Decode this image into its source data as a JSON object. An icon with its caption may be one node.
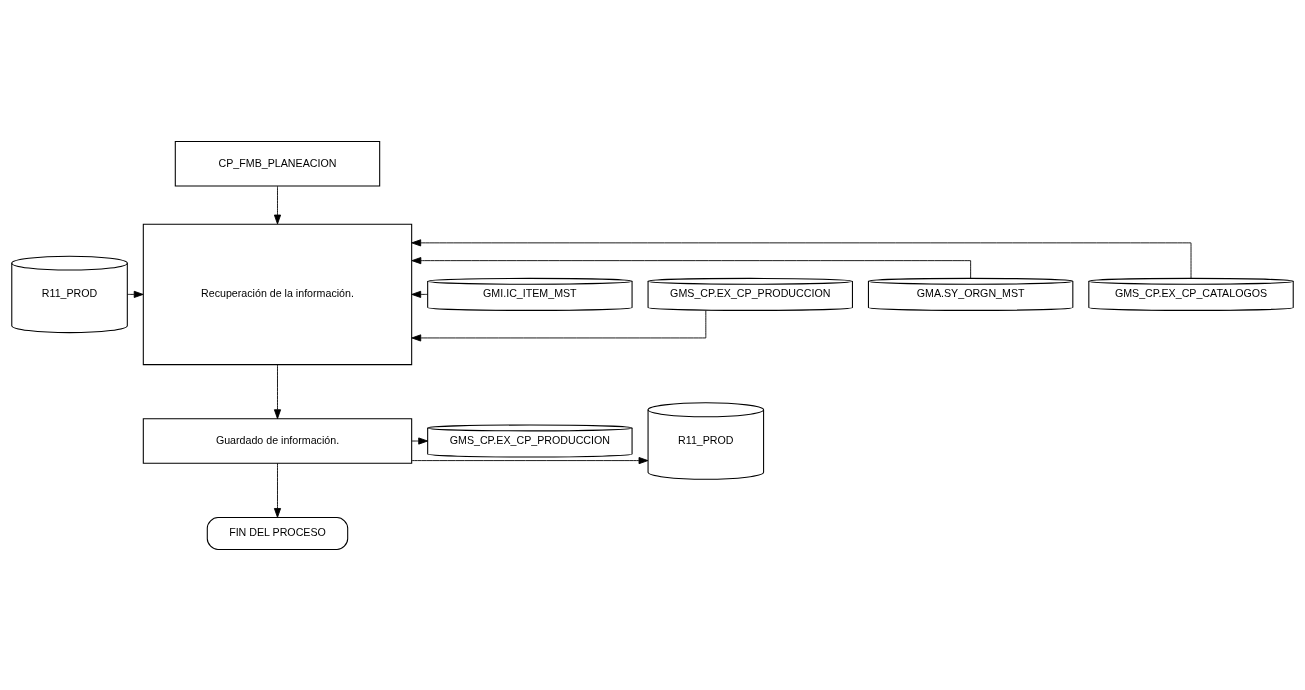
{
  "diagram": {
    "nodes": [
      {
        "text": [
          "CP_FMB_PLANEACION"
        ]
      },
      {
        "text": [
          "Recuperación de la información."
        ]
      },
      {
        "text": [
          "R11_PROD"
        ]
      },
      {
        "text": [
          "GMS_CP.EX_CP_CATALOGOS"
        ]
      },
      {
        "text": [
          "GMA.SY_ORGN_MST"
        ]
      },
      {
        "text": [
          "GMS_CP.EX_CP_PRODUCCION"
        ]
      },
      {
        "text": [
          "GMI.IC_ITEM_MST"
        ]
      },
      {
        "text": [
          "Guardado de información."
        ]
      },
      {
        "text": [
          "R11_PROD"
        ]
      },
      {
        "text": [
          "GMS_CP.EX_CP_PRODUCCION"
        ]
      },
      {
        "text": [
          "FIN DEL PROCESO"
        ]
      }
    ],
    "edges": [
      {
        "from": 0,
        "to": 1,
        "arrow": "to"
      },
      {
        "from": 2,
        "to": 1,
        "arrow": "to"
      },
      {
        "from": 3,
        "to": 1,
        "arrow": "to"
      },
      {
        "from": 4,
        "to": 1,
        "arrow": "to"
      },
      {
        "from": 5,
        "to": 1,
        "arrow": "to"
      },
      {
        "from": 6,
        "to": 1,
        "arrow": "to"
      },
      {
        "from": 1,
        "to": 7,
        "arrow": "to"
      },
      {
        "from": 7,
        "to": 8,
        "arrow": "to"
      },
      {
        "from": 7,
        "to": 9,
        "arrow": "to"
      },
      {
        "from": 7,
        "to": 10,
        "arrow": "to"
      }
    ]
  }
}
